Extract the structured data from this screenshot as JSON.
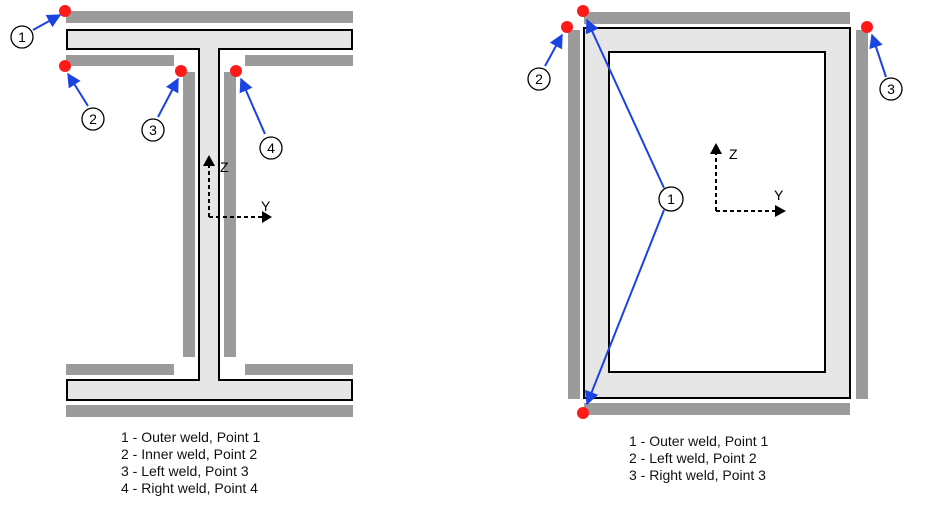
{
  "left_figure": {
    "callouts": [
      "1",
      "2",
      "3",
      "4"
    ],
    "axis_labels": {
      "z": "Z",
      "y": "Y"
    },
    "legend": [
      "1 - Outer weld, Point 1",
      "2 - Inner weld, Point 2",
      "3 - Left weld, Point 3",
      "4 - Right weld, Point 4"
    ]
  },
  "right_figure": {
    "callouts": [
      "1",
      "2",
      "3"
    ],
    "axis_labels": {
      "z": "Z",
      "y": "Y"
    },
    "legend": [
      "1 - Outer weld, Point 1",
      "2 - Left weld, Point 2",
      "3 - Right weld, Point 3"
    ]
  },
  "colors": {
    "weld": "#9b9b9b",
    "section": "#e6e6e6",
    "leader": "#1b43e0",
    "point": "#ff1a1a"
  }
}
